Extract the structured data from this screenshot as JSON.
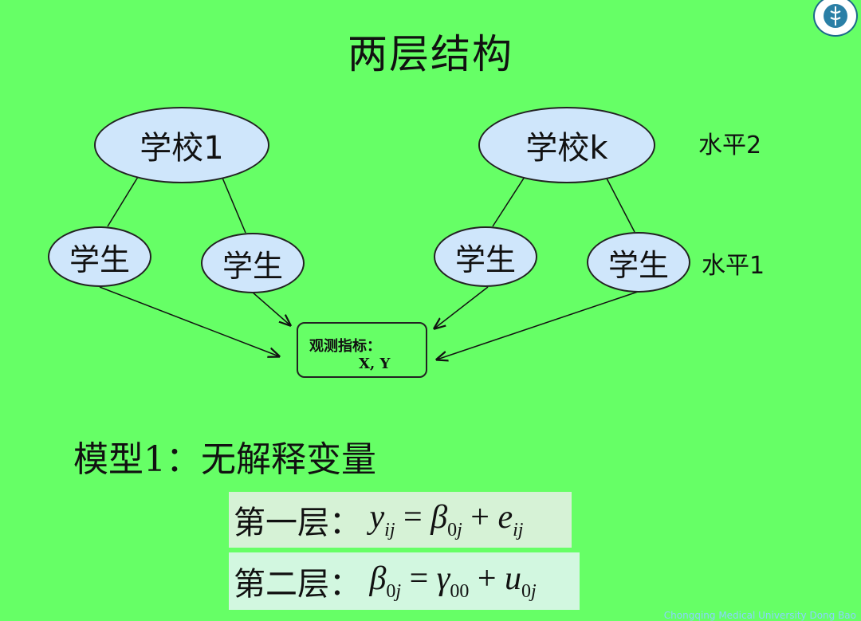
{
  "title": "两层结构",
  "schools": [
    {
      "label": "学校1"
    },
    {
      "label": "学校k"
    }
  ],
  "students": [
    {
      "label": "学生"
    },
    {
      "label": "学生"
    },
    {
      "label": "学生"
    },
    {
      "label": "学生"
    }
  ],
  "levels": {
    "level2": "水平2",
    "level1": "水平1"
  },
  "measure": {
    "line1": "观测指标：",
    "line2": "X, Y"
  },
  "model_title": "模型1：无解释变量",
  "equations": {
    "layer1": {
      "label": "第一层："
    },
    "layer2": {
      "label": "第二层："
    }
  },
  "footer": "Chongqing Medical University Dong Bao",
  "colors": {
    "background": "#66ff66",
    "node_fill": "#cfe6fb",
    "eq_box": "#d6f2d6"
  },
  "icons": [
    "university-logo-icon"
  ]
}
